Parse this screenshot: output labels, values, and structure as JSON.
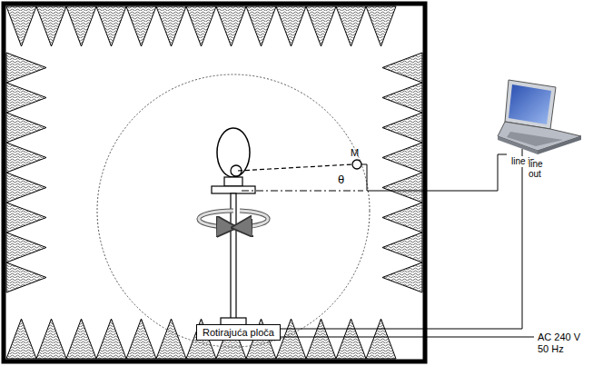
{
  "diagram": {
    "nodes": [
      {
        "text": [
          "Rotirajuća ploča"
        ]
      }
    ],
    "labels": [
      "M",
      "θ",
      "line in",
      "line out",
      "AC 240 V 50 Hz"
    ]
  }
}
